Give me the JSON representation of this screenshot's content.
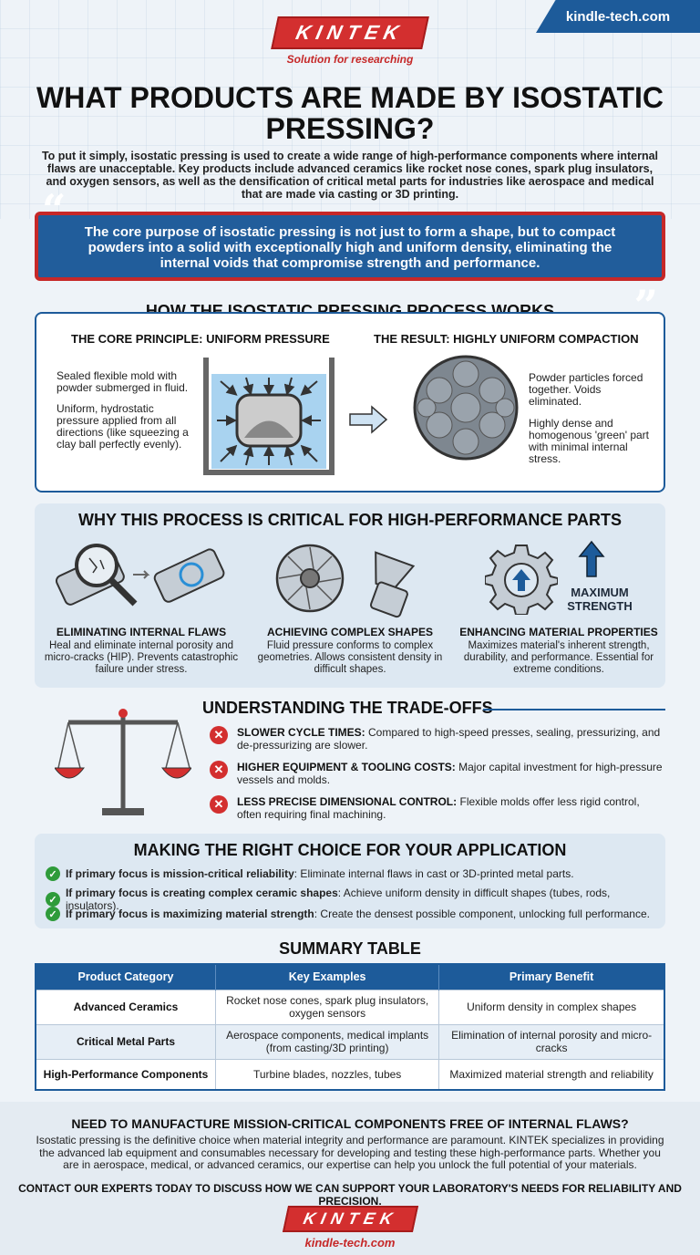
{
  "header": {
    "site_url": "kindle-tech.com",
    "logo": "KINTEK",
    "tagline": "Solution for researching",
    "title": "WHAT PRODUCTS ARE MADE BY ISOSTATIC PRESSING?",
    "intro": "To put it simply, isostatic pressing is used to create a wide range of high-performance components where internal flaws are unacceptable. Key products include advanced ceramics like rocket nose cones, spark plug insulators, and oxygen sensors, as well as the densification of critical metal parts for industries like aerospace and medical that are made via casting or 3D printing."
  },
  "quote": {
    "text": "The core purpose of isostatic pressing is not just to form a shape, but to compact powders into a solid with exceptionally high and uniform density, eliminating the internal voids that compromise strength and performance."
  },
  "process": {
    "title": "HOW THE ISOSTATIC PRESSING PROCESS WORKS",
    "left_heading": "THE CORE PRINCIPLE: UNIFORM PRESSURE",
    "right_heading": "THE RESULT: HIGHLY UNIFORM COMPACTION",
    "left_text_1": "Sealed flexible mold with powder submerged in fluid.",
    "left_text_2": "Uniform, hydrostatic pressure applied from all directions (like squeezing a clay ball perfectly evenly).",
    "right_text_1": "Powder particles forced together. Voids eliminated.",
    "right_text_2": "Highly dense and homogenous 'green' part with minimal internal stress."
  },
  "why": {
    "title": "WHY THIS PROCESS IS CRITICAL FOR HIGH-PERFORMANCE PARTS",
    "max_label": "MAXIMUM STRENGTH",
    "items": [
      {
        "heading": "ELIMINATING INTERNAL FLAWS",
        "desc": "Heal and eliminate internal porosity and micro-cracks (HIP). Prevents catastrophic failure under stress."
      },
      {
        "heading": "ACHIEVING COMPLEX SHAPES",
        "desc": "Fluid pressure conforms to complex geometries. Allows consistent density in difficult shapes."
      },
      {
        "heading": "ENHANCING MATERIAL PROPERTIES",
        "desc": "Maximizes material's inherent strength, durability, and performance. Essential for extreme conditions."
      }
    ]
  },
  "tradeoffs": {
    "title": "UNDERSTANDING THE TRADE-OFFS",
    "items": [
      {
        "label": "SLOWER CYCLE TIMES:",
        "text": "Compared to high-speed presses, sealing, pressurizing, and de-pressurizing are slower."
      },
      {
        "label": "HIGHER EQUIPMENT & TOOLING COSTS:",
        "text": "Major capital investment for high-pressure vessels and molds."
      },
      {
        "label": "LESS PRECISE DIMENSIONAL CONTROL:",
        "text": "Flexible molds offer less rigid control, often requiring final machining."
      }
    ]
  },
  "choice": {
    "title": "MAKING THE RIGHT CHOICE FOR YOUR APPLICATION",
    "items": [
      {
        "label": "If primary focus is mission-critical reliability",
        "text": ": Eliminate internal flaws in cast or 3D-printed metal parts."
      },
      {
        "label": "If primary focus is creating complex ceramic shapes",
        "text": ": Achieve uniform density in difficult shapes (tubes, rods, insulators)."
      },
      {
        "label": "If primary focus is maximizing material strength",
        "text": ": Create the densest possible component, unlocking full performance."
      }
    ]
  },
  "summary": {
    "title": "SUMMARY TABLE",
    "headers": [
      "Product Category",
      "Key Examples",
      "Primary Benefit"
    ],
    "rows": [
      [
        "Advanced Ceramics",
        "Rocket nose cones, spark plug insulators, oxygen sensors",
        "Uniform density in complex shapes"
      ],
      [
        "Critical Metal Parts",
        "Aerospace components, medical implants (from casting/3D printing)",
        "Elimination of internal porosity and micro-cracks"
      ],
      [
        "High-Performance Components",
        "Turbine blades, nozzles, tubes",
        "Maximized material strength and reliability"
      ]
    ]
  },
  "cta": {
    "title": "NEED TO MANUFACTURE MISSION-CRITICAL COMPONENTS FREE OF INTERNAL FLAWS?",
    "body": "Isostatic pressing is the definitive choice when material integrity and performance are paramount. KINTEK specializes in providing the advanced lab equipment and consumables necessary for developing and testing these high-performance parts. Whether you are in aerospace, medical, or advanced ceramics, our expertise can help you unlock the full potential of your materials.",
    "contact": "CONTACT OUR EXPERTS TODAY TO DISCUSS HOW WE CAN SUPPORT YOUR LABORATORY'S NEEDS FOR RELIABILITY AND PRECISION.",
    "logo": "KINTEK",
    "url": "kindle-tech.com"
  },
  "colors": {
    "brand_blue": "#1d5b9a",
    "brand_red": "#d32f2f",
    "check_green": "#2e9b3a"
  }
}
